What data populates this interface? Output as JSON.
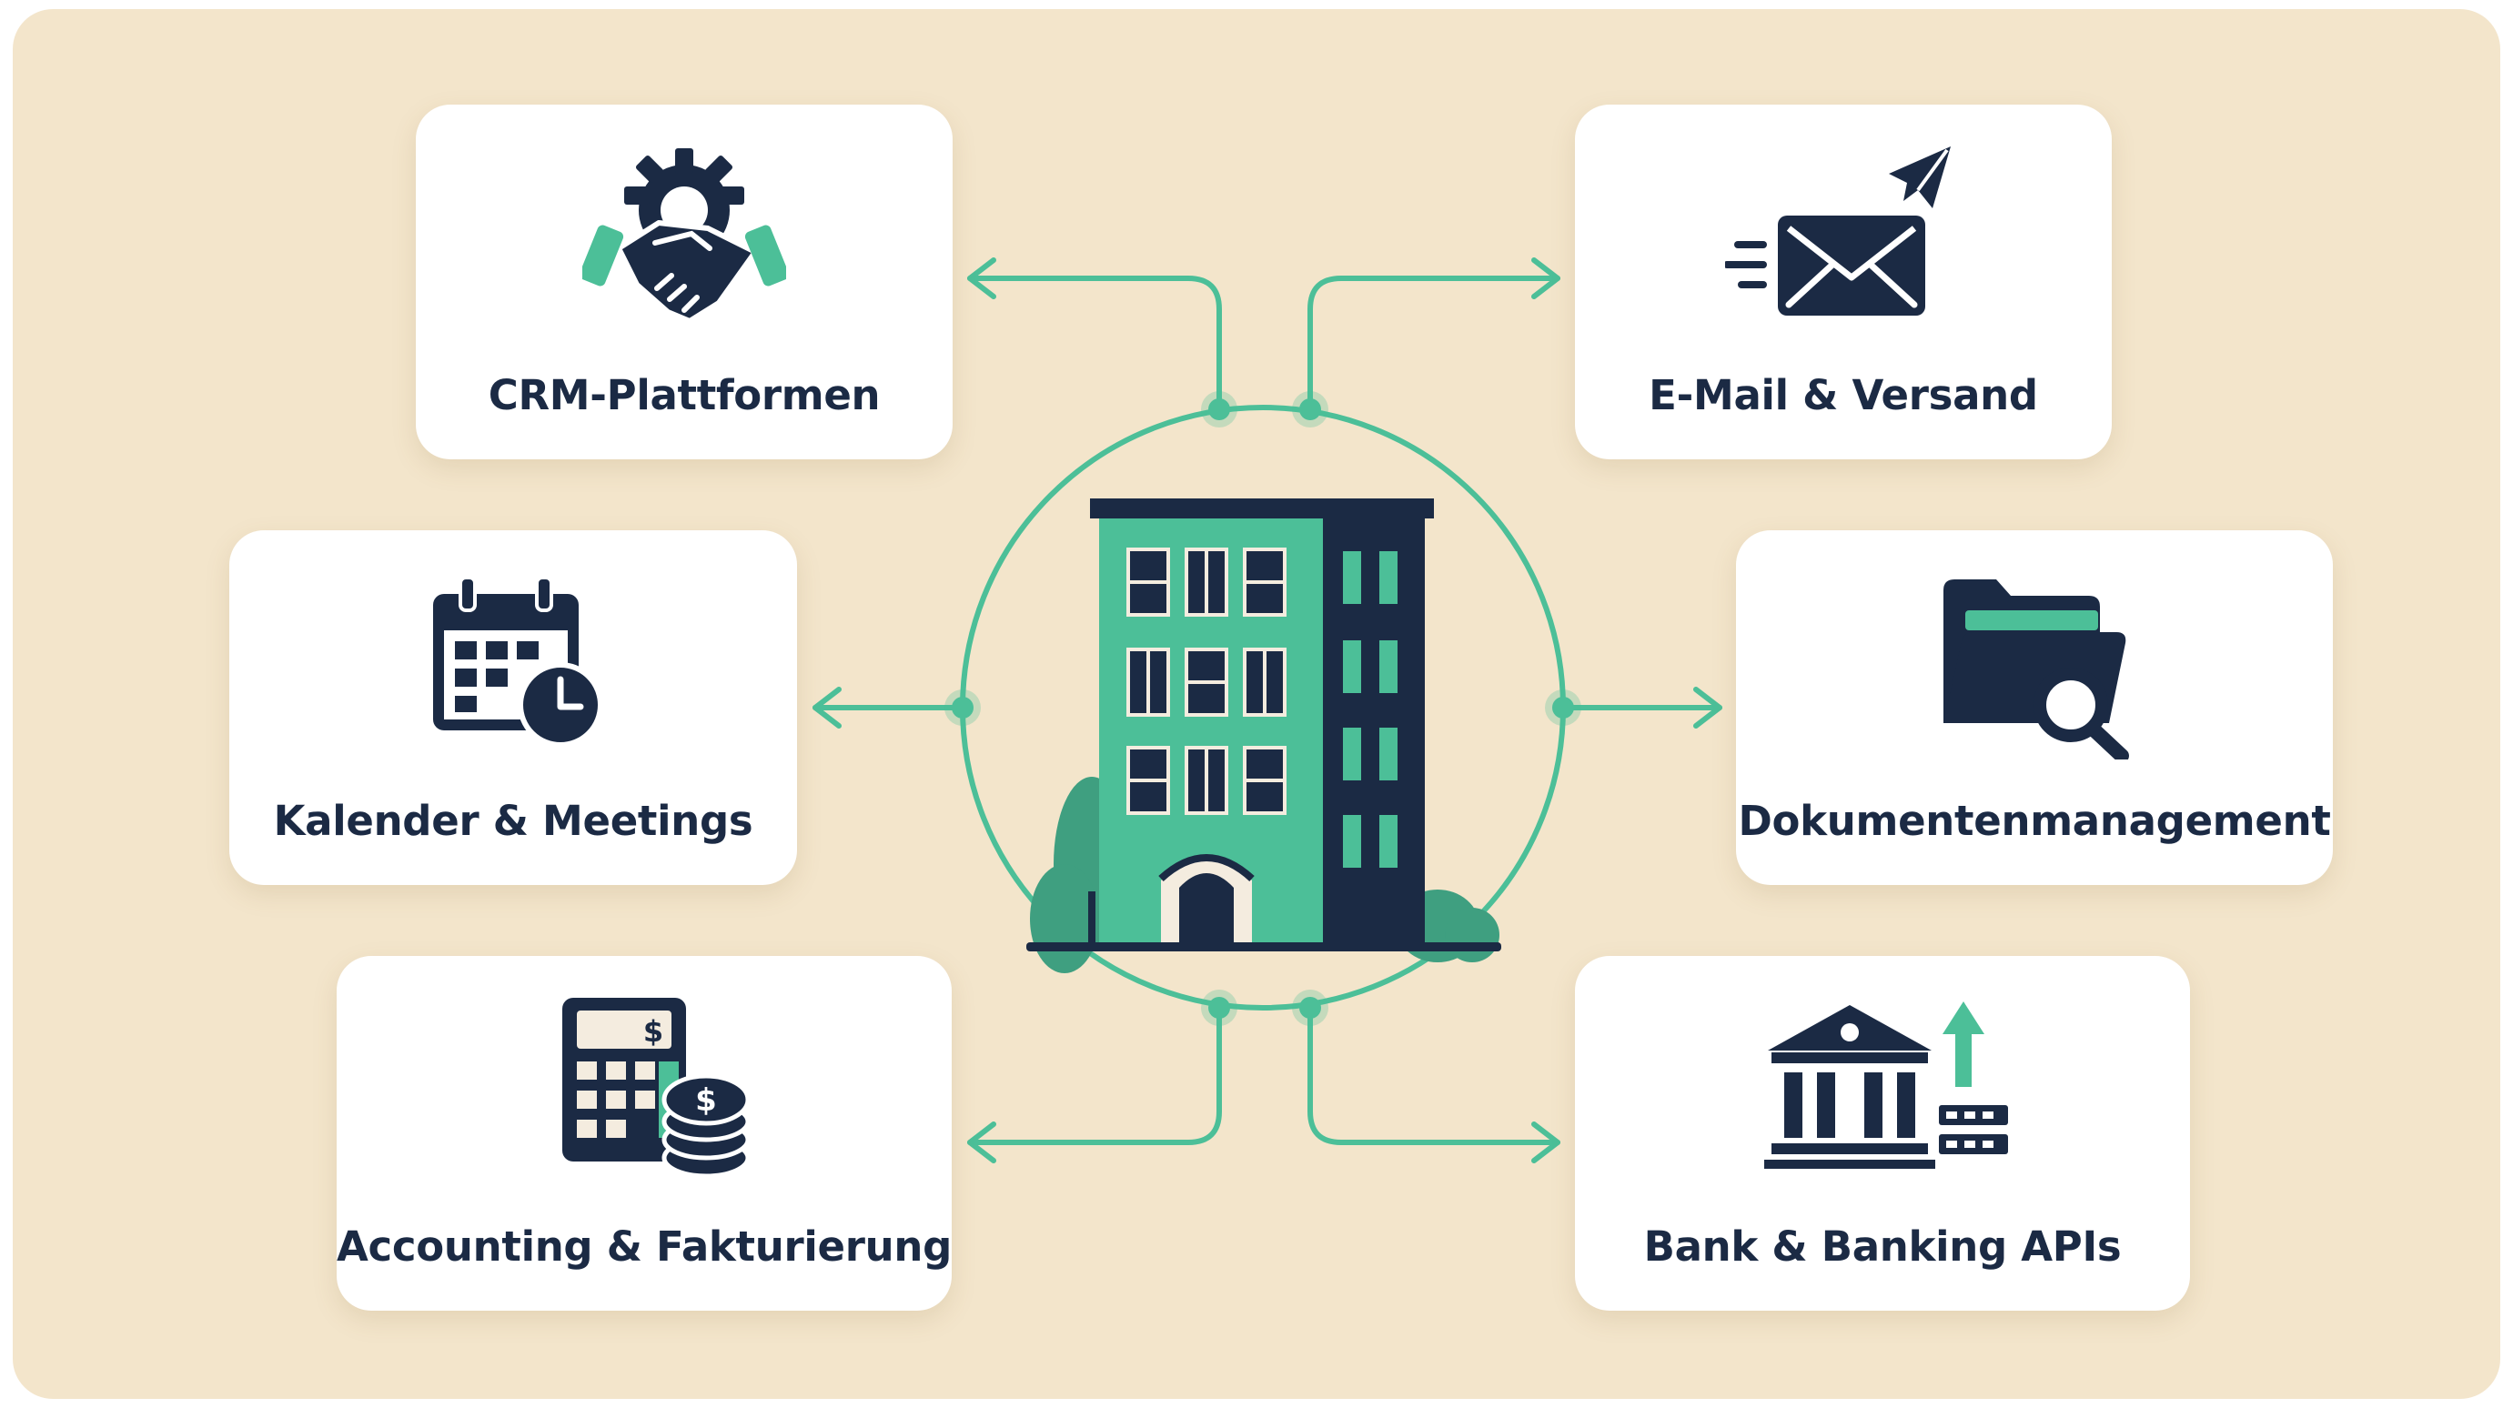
{
  "colors": {
    "background": "#f3e5cb",
    "card": "#ffffff",
    "navy": "#1b2a44",
    "accent": "#4cbf98",
    "light": "#f4ecdf"
  },
  "center": {
    "icon": "office-building-icon"
  },
  "integrations": [
    {
      "id": "crm",
      "label": "CRM-Plattformen",
      "icon": "handshake-gear-icon"
    },
    {
      "id": "email",
      "label": "E-Mail & Versand",
      "icon": "envelope-paper-plane-icon"
    },
    {
      "id": "calendar",
      "label": "Kalender & Meetings",
      "icon": "calendar-clock-icon"
    },
    {
      "id": "documents",
      "label": "Dokumentenmanagement",
      "icon": "folder-search-icon"
    },
    {
      "id": "accounting",
      "label": "Accounting & Fakturierung",
      "icon": "calculator-coins-icon"
    },
    {
      "id": "bank",
      "label": "Bank & Banking APIs",
      "icon": "bank-transfer-icon"
    }
  ]
}
